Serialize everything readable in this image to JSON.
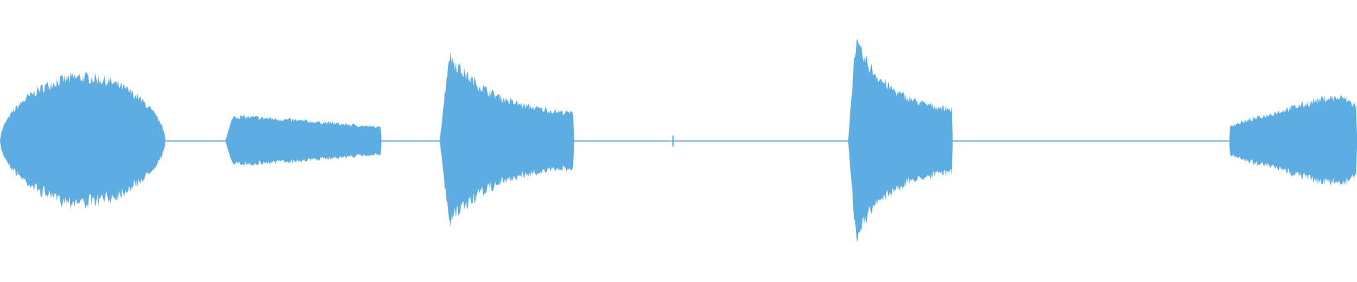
{
  "waveform": {
    "color": "#5dade2",
    "background": "#ffffff",
    "segments": [
      {
        "start": 0.0,
        "end": 0.122,
        "peak": 0.52,
        "shape": "swell"
      },
      {
        "start": 0.166,
        "end": 0.281,
        "peak": 0.2,
        "shape": "taper"
      },
      {
        "start": 0.324,
        "end": 0.423,
        "peak": 0.7,
        "shape": "decay"
      },
      {
        "start": 0.625,
        "end": 0.702,
        "peak": 0.8,
        "shape": "decay"
      },
      {
        "start": 0.906,
        "end": 1.0,
        "peak": 0.35,
        "shape": "rise"
      }
    ],
    "clicks": [
      {
        "position": 0.496,
        "level": 0.04
      }
    ]
  }
}
